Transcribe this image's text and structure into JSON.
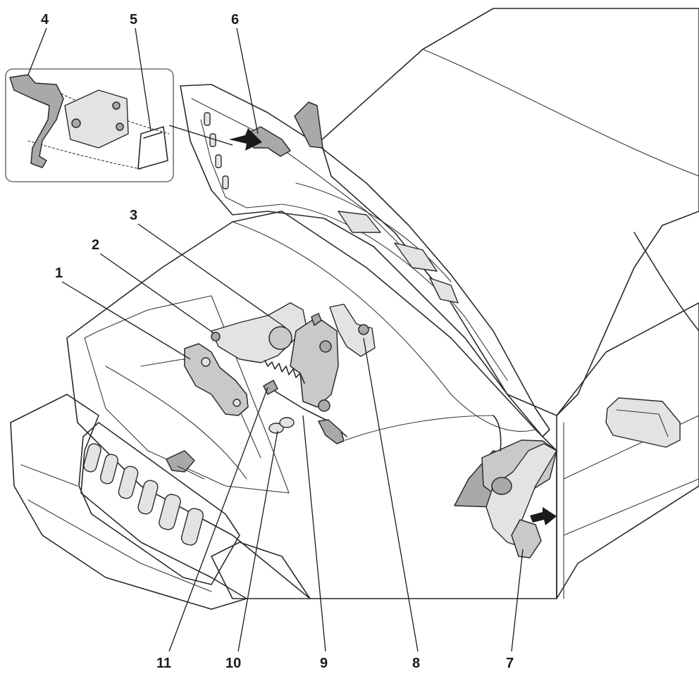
{
  "callouts": [
    {
      "id": "c1",
      "text": "1"
    },
    {
      "id": "c2",
      "text": "2"
    },
    {
      "id": "c3",
      "text": "3"
    },
    {
      "id": "c4",
      "text": "4"
    },
    {
      "id": "c5",
      "text": "5"
    },
    {
      "id": "c6",
      "text": "6"
    },
    {
      "id": "c7",
      "text": "7"
    },
    {
      "id": "c8",
      "text": "8"
    },
    {
      "id": "c9",
      "text": "9"
    },
    {
      "id": "c10",
      "text": "10"
    },
    {
      "id": "c11",
      "text": "11"
    }
  ],
  "colors": {
    "background": "#ffffff",
    "shading": "#d9d9d9",
    "outline": "#2a2a2a"
  }
}
